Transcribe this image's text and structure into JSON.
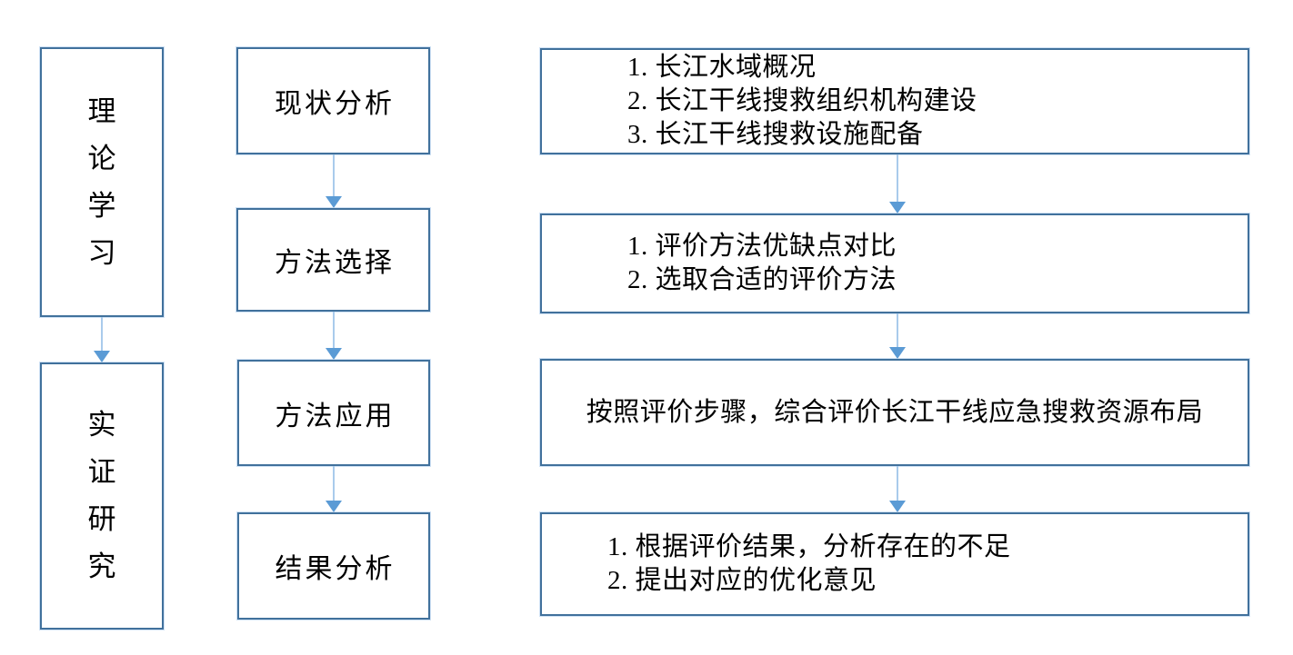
{
  "colors": {
    "box_border": "#41719C",
    "arrow_line": "#A9CBEC",
    "arrow_head": "#5B9BD5",
    "text": "#000000",
    "background": "#FFFFFF"
  },
  "left_column": {
    "box1": {
      "label": "理论学习",
      "chars": [
        "理",
        "论",
        "学",
        "习"
      ]
    },
    "box2": {
      "label": "实证研究",
      "chars": [
        "实",
        "证",
        "研",
        "究"
      ]
    }
  },
  "middle_column": {
    "box1": {
      "label": "现状分析"
    },
    "box2": {
      "label": "方法选择"
    },
    "box3": {
      "label": "方法应用"
    },
    "box4": {
      "label": "结果分析"
    }
  },
  "right_column": {
    "box1": {
      "lines": [
        "1. 长江水域概况",
        "2. 长江干线搜救组织机构建设",
        "3. 长江干线搜救设施配备"
      ]
    },
    "box2": {
      "lines": [
        "1. 评价方法优缺点对比",
        "2. 选取合适的评价方法"
      ]
    },
    "box3": {
      "lines": [
        "按照评价步骤，综合评价长江干线应急搜救资源布局"
      ]
    },
    "box4": {
      "lines": [
        "1. 根据评价结果，分析存在的不足",
        "2. 提出对应的优化意见"
      ]
    }
  }
}
